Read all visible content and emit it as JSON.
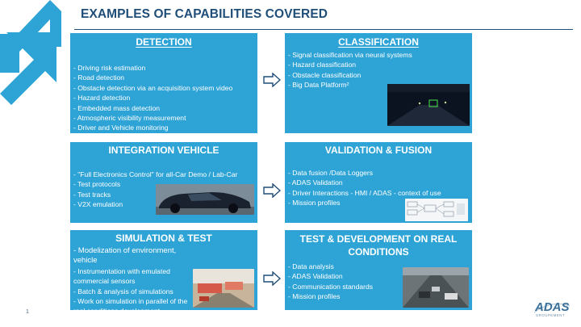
{
  "slide": {
    "title": "EXAMPLES OF CAPABILITIES COVERED",
    "page_number": "1",
    "logo": {
      "name": "ADAS",
      "subtitle": "GROUPEMENT"
    }
  },
  "colors": {
    "box": "#2ea3d6",
    "title": "#1f4e79",
    "arrow_outline": "#1f4e79"
  },
  "boxes": {
    "detection": {
      "title": "DETECTION",
      "items": [
        "- Driving risk estimation",
        "- Road detection",
        "- Obstacle detection via an acquisition system video",
        "- Hazard detection",
        "- Embedded mass detection",
        "- Atmospheric visibility measurement",
        "- Driver and Vehicle monitoring"
      ]
    },
    "classification": {
      "title": "CLASSIFICATION",
      "items": [
        "- Signal classification via neural systems",
        "- Hazard classification",
        "- Obstacle classification",
        "- Big Data Platform²"
      ]
    },
    "integration": {
      "title": "INTEGRATION VEHICLE",
      "items": [
        "- \"Full Electronics Control\" for all-Car Demo / Lab-Car",
        "- Test protocols",
        "- Test tracks",
        "- V2X emulation"
      ]
    },
    "validation": {
      "title": "VALIDATION & FUSION",
      "items": [
        "- Data fusion /Data Loggers",
        "- ADAS Validation",
        "- Driver Interactions - HMI / ADAS - context of use",
        "- Mission profiles"
      ]
    },
    "simulation": {
      "title": "SIMULATION & TEST",
      "items": [
        "- Modelization of environment, vehicle",
        "- Instrumentation with emulated commercial sensors",
        "- Batch & analysis of simulations",
        "- Work on simulation in parallel of the real conditions development"
      ]
    },
    "testdev": {
      "title": "TEST & DEVELOPMENT ON REAL CONDITIONS",
      "items": [
        "- Data analysis",
        "- ADAS Validation",
        "- Communication standards",
        "- Mission profiles"
      ]
    }
  }
}
